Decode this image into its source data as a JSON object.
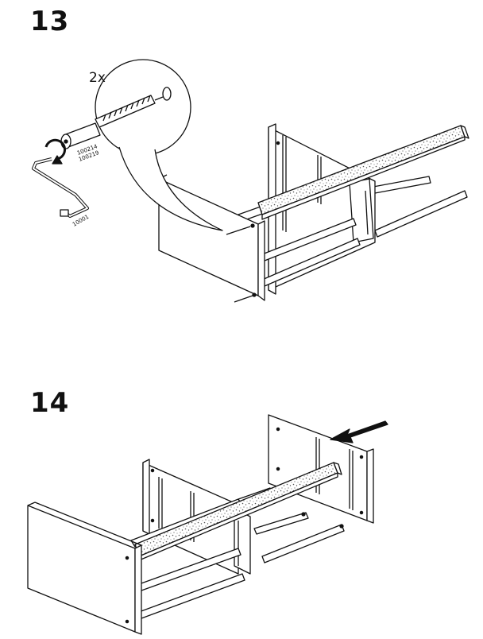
{
  "steps": [
    {
      "number": "13",
      "quantity": "2x",
      "part_codes": [
        "100214",
        "100219"
      ],
      "tool_code": "10001"
    },
    {
      "number": "14"
    }
  ],
  "colors": {
    "line": "#111111",
    "background": "#ffffff",
    "speckle": "#555555"
  },
  "icons": {
    "rotation": "rotate-clockwise-icon",
    "push_direction": "arrow-left-icon",
    "tool": "allen-key-icon"
  }
}
